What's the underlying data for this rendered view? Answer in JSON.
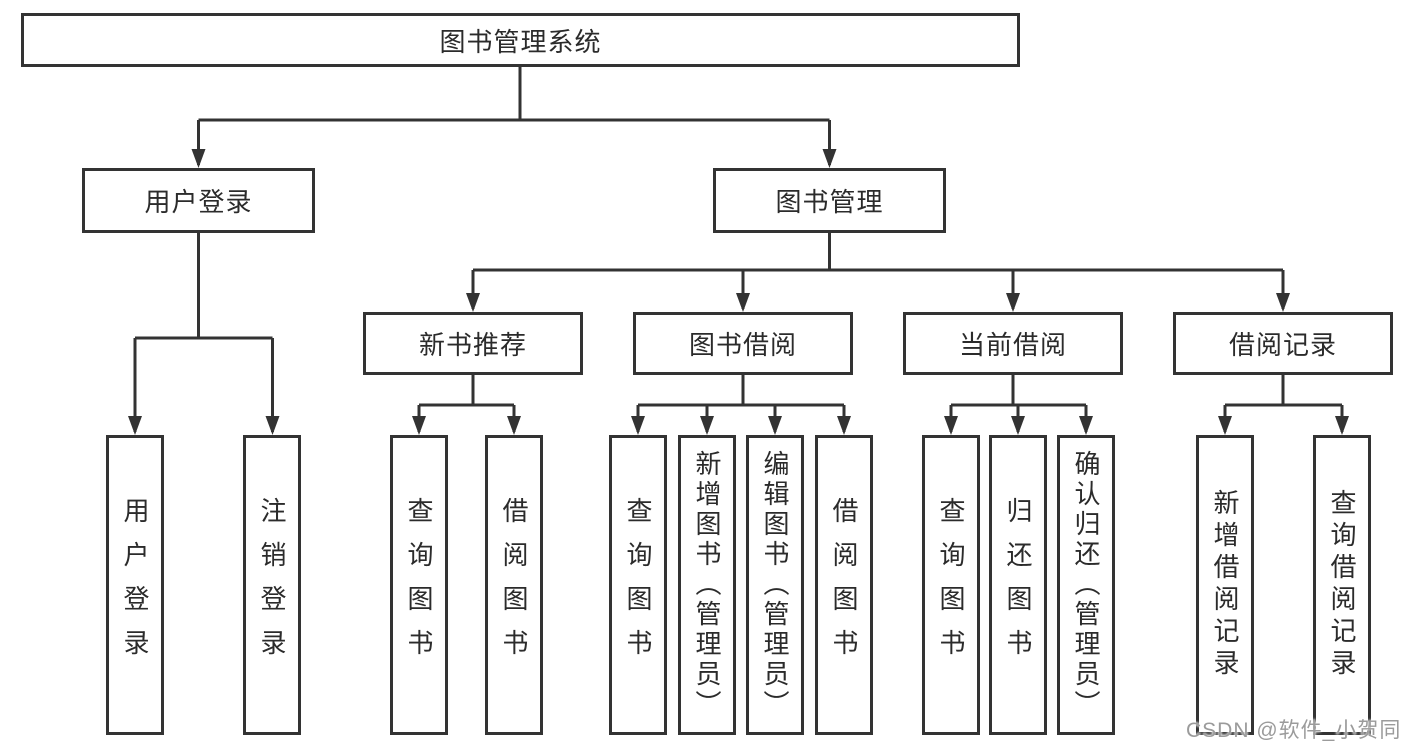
{
  "diagram": {
    "root": {
      "label": "图书管理系统"
    },
    "branches": [
      {
        "label": "用户登录",
        "children": [
          {
            "label": "用户登录"
          },
          {
            "label": "注销登录"
          }
        ]
      },
      {
        "label": "图书管理",
        "children": [
          {
            "label": "新书推荐",
            "children": [
              {
                "label": "查询图书"
              },
              {
                "label": "借阅图书"
              }
            ]
          },
          {
            "label": "图书借阅",
            "children": [
              {
                "label": "查询图书"
              },
              {
                "label": "新增图书（管理员）"
              },
              {
                "label": "编辑图书（管理员）"
              },
              {
                "label": "借阅图书"
              }
            ]
          },
          {
            "label": "当前借阅",
            "children": [
              {
                "label": "查询图书"
              },
              {
                "label": "归还图书"
              },
              {
                "label": "确认归还（管理员）"
              }
            ]
          },
          {
            "label": "借阅记录",
            "children": [
              {
                "label": "新增借阅记录"
              },
              {
                "label": "查询借阅记录"
              }
            ]
          }
        ]
      }
    ]
  },
  "watermark": {
    "text": "CSDN @软件_小贺同学"
  },
  "colors": {
    "line": "#333333",
    "text": "#2b2b2b",
    "watermark": "#9b9b9b",
    "background": "#ffffff"
  }
}
